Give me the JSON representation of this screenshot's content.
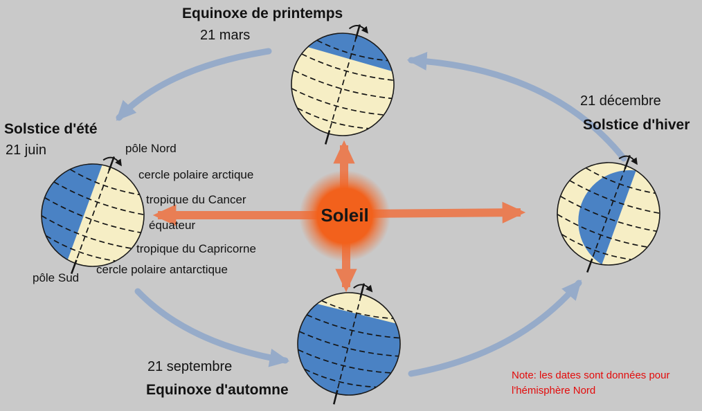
{
  "sun": {
    "label": "Soleil"
  },
  "seasons": {
    "spring": {
      "title": "Equinoxe de printemps",
      "date": "21 mars"
    },
    "summer": {
      "title": "Solstice d'été",
      "date": "21 juin"
    },
    "autumn": {
      "title": "Equinoxe d'automne",
      "date": "21 septembre"
    },
    "winter": {
      "title": "Solstice d'hiver",
      "date": "21 décembre"
    }
  },
  "earth_labels": {
    "pole_nord": "pôle Nord",
    "cercle_polaire_arctique": "cercle polaire arctique",
    "tropique_cancer": "tropique du Cancer",
    "equateur": "équateur",
    "tropique_capricorne": "tropique du Capricorne",
    "cercle_polaire_antarctique": "cercle polaire antarctique",
    "pole_sud": "pôle Sud"
  },
  "note": {
    "line1": "Note: les dates sont données pour",
    "line2": "l'hémisphère Nord"
  },
  "colors": {
    "background": "#c9c9c9",
    "sun": "#f2611c",
    "sun_rays": "#e97e54",
    "earth_day": "#f6eec5",
    "earth_night": "#4a82c4",
    "orbit_arrows": "#96abc9",
    "note_text": "#e30b0b"
  }
}
